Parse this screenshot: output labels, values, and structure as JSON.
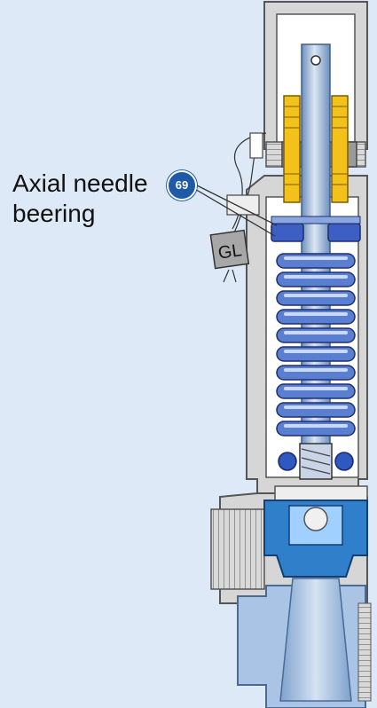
{
  "callout": {
    "label_line1": "Axial needle",
    "label_line2": "beering",
    "badge_number": "69"
  },
  "tag": {
    "text": "GL"
  },
  "colors": {
    "background": "#dde9f6",
    "housing_gray": "#d6d6d6",
    "outline": "#555555",
    "shaft_blue": "#8aaad2",
    "spring_blue": "#5b7fd0",
    "brass_yellow": "#f2c21a",
    "bearing_blue": "#3d5fc4",
    "valve_cyan": "#2f7fcb",
    "outlet_blue": "#a9c4e4",
    "badge_blue": "#1f5aa8"
  }
}
